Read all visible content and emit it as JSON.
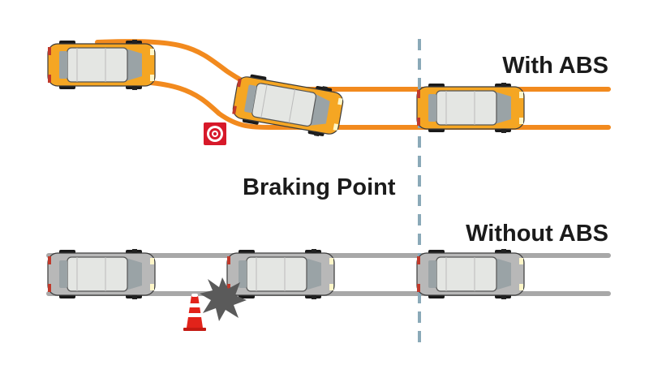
{
  "labels": {
    "with_abs": "With ABS",
    "braking_point": "Braking Point",
    "without_abs": "Without ABS"
  },
  "colors": {
    "with_abs_car": "#f5a623",
    "with_abs_track": "#f28a1e",
    "without_abs_car": "#b8b8b8",
    "without_abs_track": "#a8a8a8",
    "braking_line": "#8aa9b8",
    "target_sign": "#d7192a",
    "cone": "#e2231a",
    "impact": "#5a5a5a"
  },
  "icons": {
    "target": "target-icon",
    "cone": "traffic-cone-icon",
    "impact": "collision-burst-icon"
  }
}
